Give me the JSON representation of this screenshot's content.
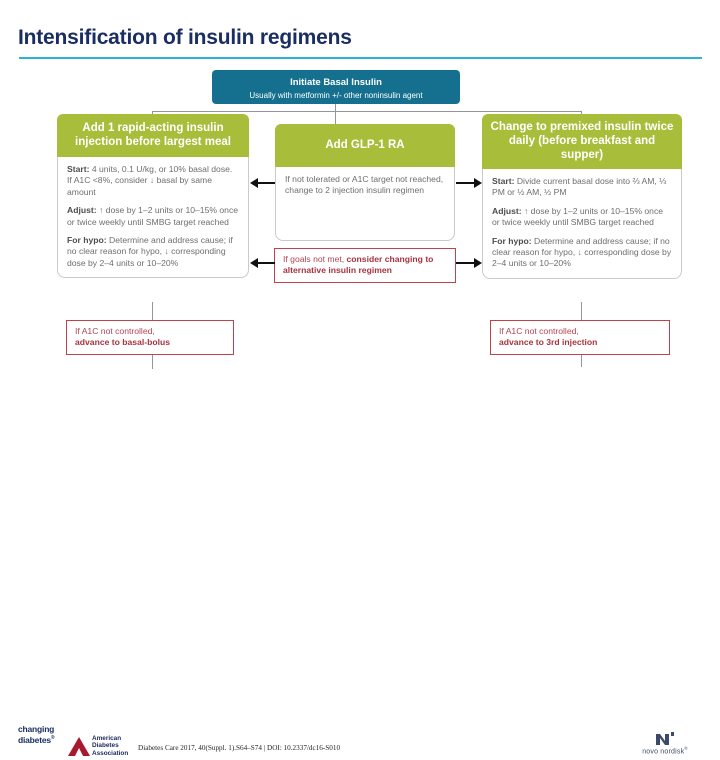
{
  "slide": {
    "title": "Intensification of insulin regimens",
    "accent_color": "#2bb3d6",
    "title_color": "#1b2e63",
    "teal_color": "#14708e",
    "olive_color": "#a8bd3a",
    "red_color": "#c0424c"
  },
  "initiate": {
    "title": "Initiate Basal Insulin",
    "subtitle": "Usually with metformin +/- other noninsulin agent"
  },
  "columns": [
    {
      "id": "rapid-acting",
      "header": "Add 1 rapid-acting insulin injection before largest meal",
      "items": [
        {
          "label": "Start:",
          "text": " 4 units, 0.1 U/kg, or 10% basal dose. If A1C <8%, consider ↓ basal by same amount"
        },
        {
          "label": "Adjust:",
          "text": " ↑ dose by 1–2 units or 10–15% once or twice weekly until SMBG target reached"
        },
        {
          "label": "For hypo:",
          "text": " Determine and address cause; if no clear reason for hypo, ↓ corresponding dose by 2–4 units or 10–20%"
        }
      ]
    },
    {
      "id": "glp1-ra",
      "header": "Add GLP-1 RA",
      "items": [
        {
          "label": "",
          "text": "If not tolerated or A1C target not reached, change to 2 injection insulin regimen"
        }
      ]
    },
    {
      "id": "premixed",
      "header": "Change to premixed insulin twice daily (before breakfast and supper)",
      "items": [
        {
          "label": "Start:",
          "text": " Divide current basal dose into ⅔ AM, ⅓ PM or ½ AM, ½ PM"
        },
        {
          "label": "Adjust:",
          "text": " ↑ dose by 1–2 units or 10–15% once or twice weekly until SMBG target reached"
        },
        {
          "label": "For hypo:",
          "text": " Determine and address cause; if no clear reason for hypo, ↓ corresponding dose by 2–4 units or 10–20%"
        }
      ]
    }
  ],
  "red_boxes": {
    "basal_bolus": {
      "lead": "If A1C not controlled,",
      "bold": "advance to basal-bolus"
    },
    "alternative": {
      "lead": "If goals not met, ",
      "bold": "consider changing to alternative insulin regimen"
    },
    "third_injection": {
      "lead": "If A1C not controlled,",
      "bold": "advance to 3rd injection"
    }
  },
  "footer": {
    "changing_diabetes_line1": "changing",
    "changing_diabetes_line2": "diabetes",
    "ada_line1": "American",
    "ada_line2": "Diabetes",
    "ada_line3": "Association",
    "citation": "Diabetes Care 2017, 40(Suppl. 1).S64–S74 | DOI: 10.2337/dc16-S010",
    "novo_nordisk": "novo nordisk"
  }
}
